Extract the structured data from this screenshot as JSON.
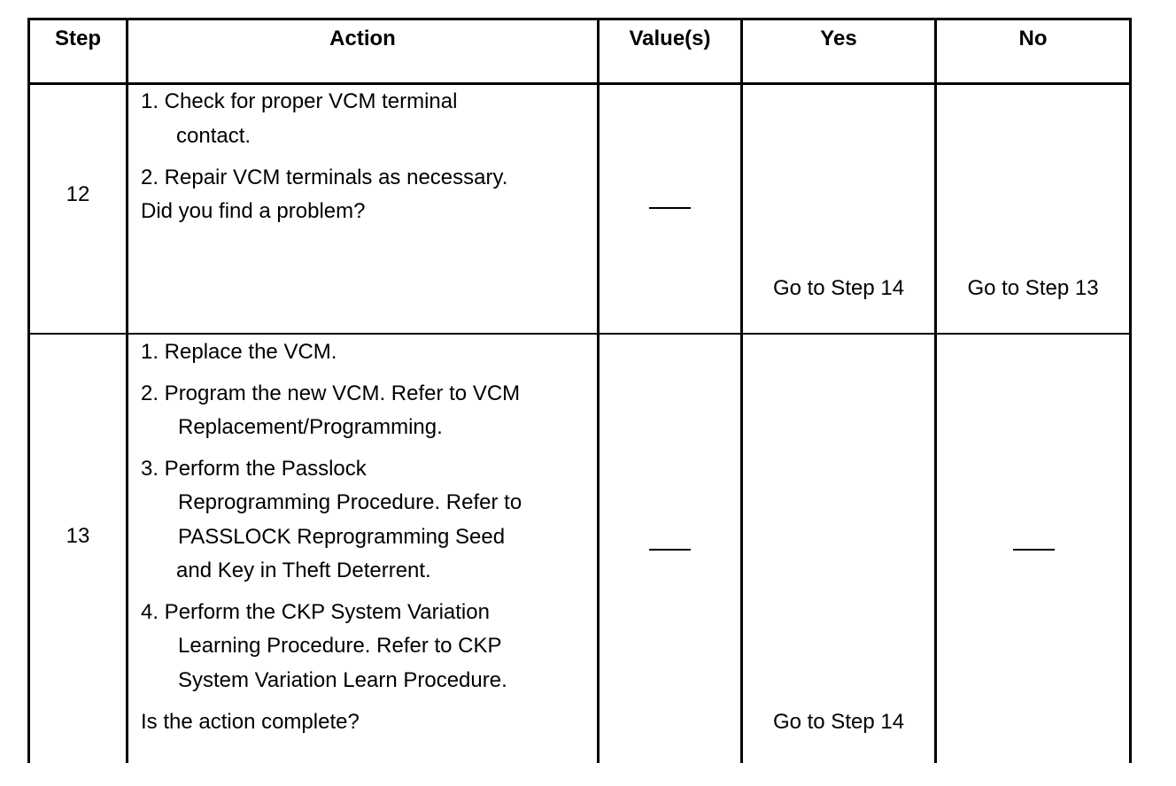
{
  "table": {
    "headers": {
      "step": "Step",
      "action": "Action",
      "values": "Value(s)",
      "yes": "Yes",
      "no": "No"
    },
    "rows": [
      {
        "step": "12",
        "action_lines": [
          "1. Check for proper VCM terminal",
          "contact.",
          "2. Repair VCM terminals as necessary.",
          "Did you find a problem?"
        ],
        "value": "—",
        "yes": "Go to Step 14",
        "no": "Go to Step 13"
      },
      {
        "step": "13",
        "action_lines": [
          "1. Replace the VCM.",
          "2. Program the new VCM. Refer to VCM",
          "Replacement/Programming.",
          "3. Perform the Passlock",
          "Reprogramming Procedure. Refer to",
          "PASSLOCK Reprogramming Seed",
          "and Key in Theft Deterrent.",
          "4. Perform the CKP System Variation",
          "Learning Procedure. Refer to CKP",
          "System Variation Learn Procedure.",
          "Is the action complete?"
        ],
        "value": "—",
        "yes": "Go to Step 14",
        "no": "—"
      }
    ]
  }
}
